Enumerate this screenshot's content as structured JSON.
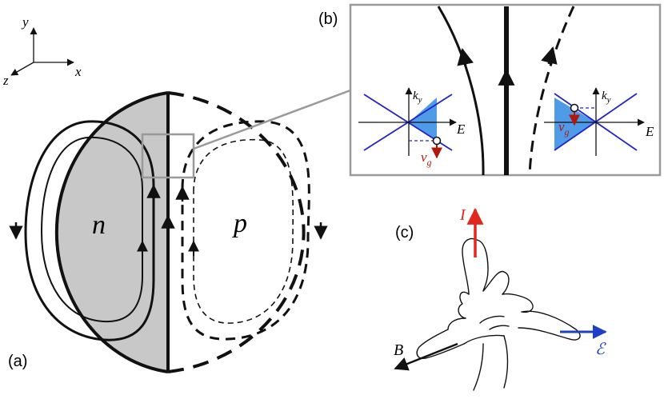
{
  "axes": {
    "x": "x",
    "y": "y",
    "z": "z"
  },
  "panels": {
    "a": {
      "tag": "(a)",
      "n_label": "n",
      "p_label": "p"
    },
    "b": {
      "tag": "(b)",
      "ky_label": "k",
      "ky_sub": "y",
      "e_label": "E",
      "vg_label": "v",
      "vg_sub": "g"
    },
    "c": {
      "tag": "(c)",
      "current": "I",
      "field_b": "B",
      "field_e": "ℰ"
    }
  },
  "colors": {
    "n_region": "#c8c8c8",
    "zoom_box": "#9a9a9a",
    "dirac_lines": "#2323c8",
    "filled_wedge": "#4f9be8",
    "velocity": "#b0180e",
    "current_arrow": "#e0291e",
    "efield_arrow": "#1f3ec9",
    "ink": "#111111"
  }
}
